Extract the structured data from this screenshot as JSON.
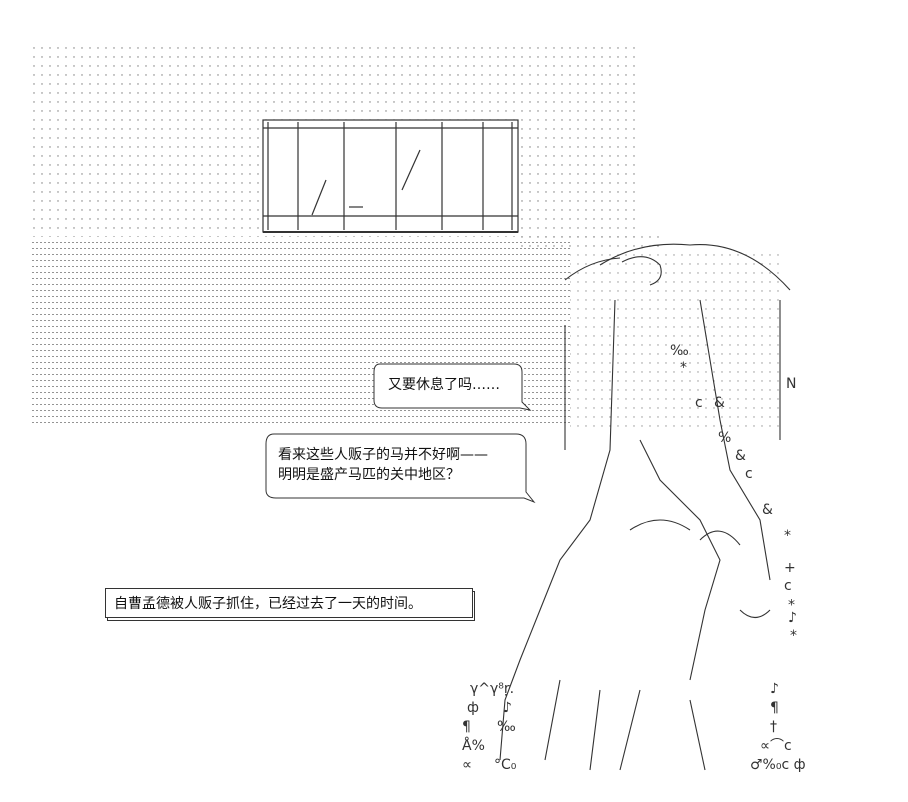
{
  "scene": {
    "bubble1": {
      "line1": "又要休息了吗……"
    },
    "bubble2": {
      "line1": "看来这些人贩子的马并不好啊——",
      "line2": "明明是盛产马匹的关中地区？"
    },
    "narration": "自曹孟德被人贩子抓住，已经过去了一天的时间。"
  },
  "colors": {
    "ink": "#333333",
    "paper": "#ffffff"
  },
  "icons": [
    "dotted-sky",
    "window-grille",
    "speech-bubble",
    "ascii-art-figure",
    "music-note-icon",
    "star-icon"
  ]
}
